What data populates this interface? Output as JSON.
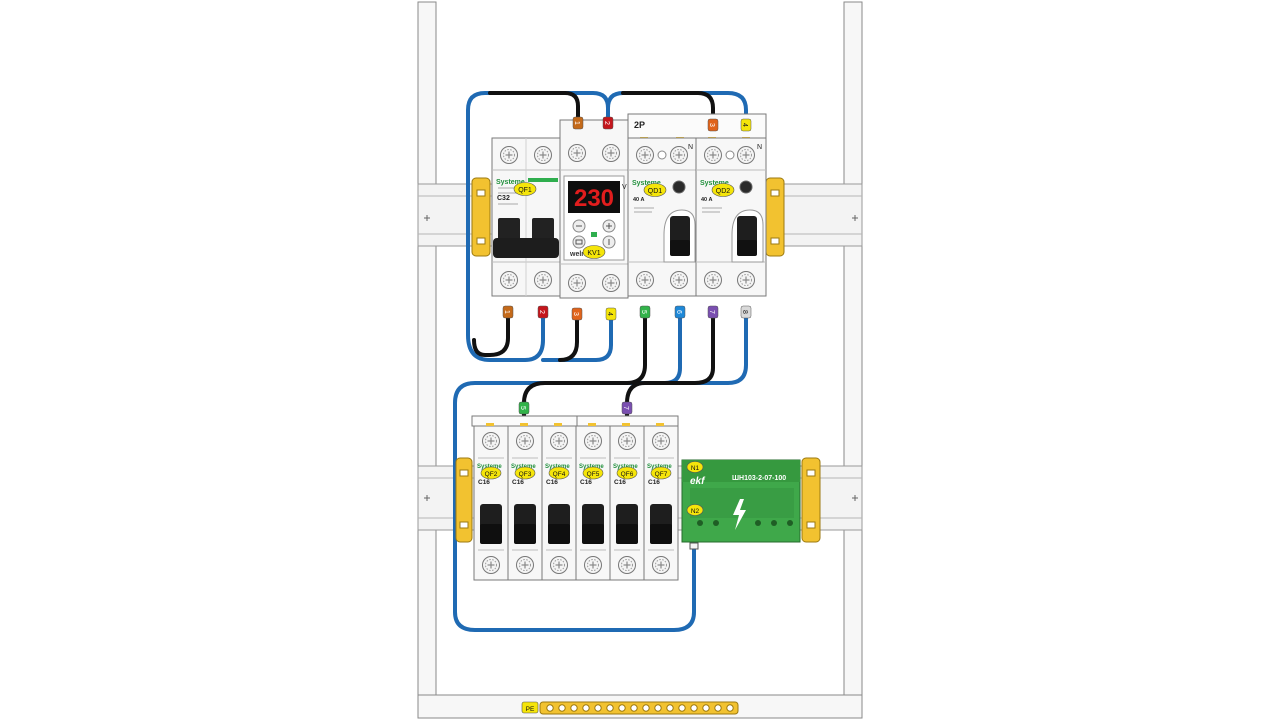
{
  "top_row": {
    "qf1": {
      "brand": "Systeme",
      "tag": "QF1",
      "rating": "C32"
    },
    "relay": {
      "tag": "KV1",
      "display": "230",
      "unit": "V",
      "brand": "welrok"
    },
    "cover_label": "2P",
    "qd1": {
      "brand": "Systeme",
      "tag": "QD1",
      "current": "40 A",
      "pole_label": "N"
    },
    "qd2": {
      "brand": "Systeme",
      "tag": "QD2",
      "current": "40 A",
      "pole_label": "N"
    },
    "input_markers": [
      "1",
      "2",
      "3",
      "4"
    ],
    "output_markers": [
      "1",
      "2",
      "3",
      "4",
      "5",
      "6",
      "7",
      "8"
    ]
  },
  "bottom_row": {
    "breaker_tags": [
      "QF2",
      "QF3",
      "QF4",
      "QF5",
      "QF6",
      "QF7"
    ],
    "breaker_rating": "C16",
    "breaker_brand": "Systeme",
    "feed_markers": [
      "5",
      "7"
    ],
    "neutral_bar": {
      "brand": "ekf",
      "model": "ШН103-2-07-100",
      "tags": [
        "N1",
        "N2"
      ]
    }
  },
  "pe_bar": {
    "label": "PE"
  },
  "colors": {
    "blue_wire": "#1f6ab3",
    "black_wire": "#111111",
    "din_end_stop": "#f2c230",
    "tag_yellow": "#f5e50a",
    "neutral_bar": "#3fa84a"
  }
}
